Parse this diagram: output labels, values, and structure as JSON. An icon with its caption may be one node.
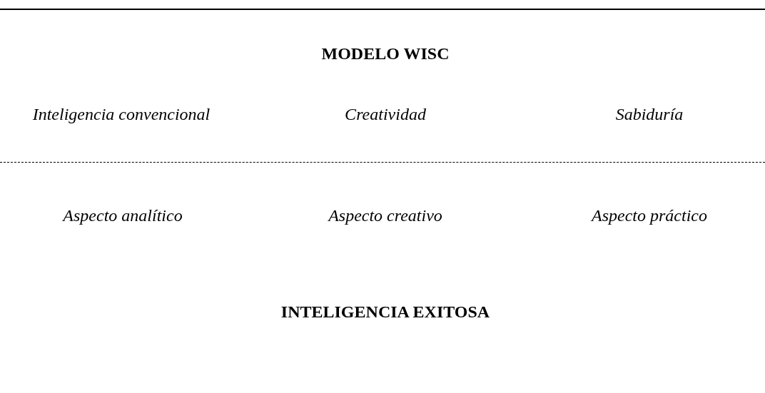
{
  "diagram": {
    "labels": [
      "MODELO WISC",
      "Inteligencia convencional",
      "Creatividad",
      "Sabiduría",
      "Aspecto analítico",
      "Aspecto creativo",
      "Aspecto práctico",
      "INTELIGENCIA EXITOSA"
    ]
  }
}
